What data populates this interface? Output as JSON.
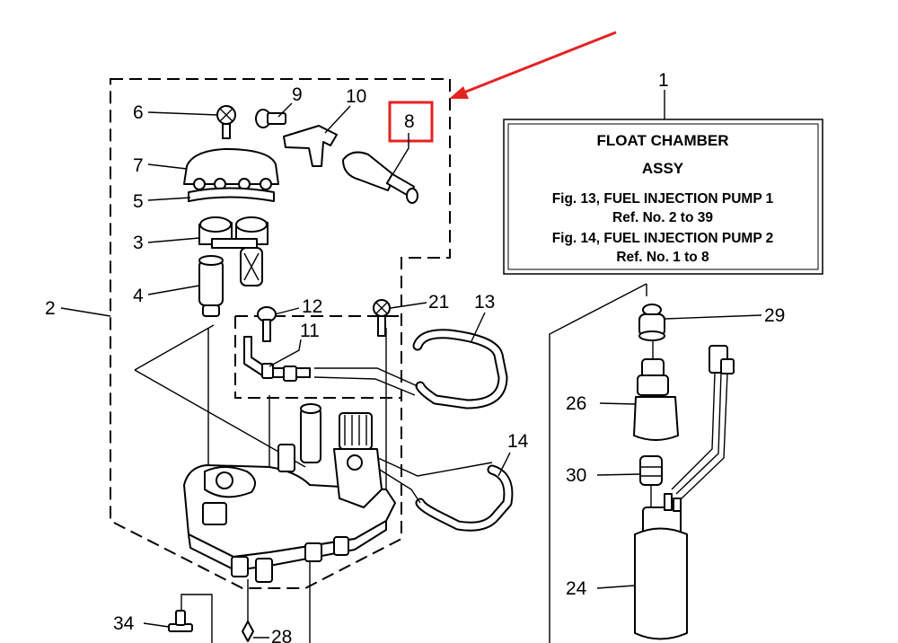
{
  "info_box": {
    "lines": [
      "FLOAT CHAMBER",
      "ASSY",
      "Fig. 13, FUEL INJECTION PUMP 1",
      "Ref. No. 2 to 39",
      "Fig. 14, FUEL INJECTION PUMP 2",
      "Ref. No. 1 to 8"
    ]
  },
  "callouts": {
    "c1": "1",
    "c2": "2",
    "c3": "3",
    "c4": "4",
    "c5": "5",
    "c6": "6",
    "c7": "7",
    "c8": "8",
    "c9": "9",
    "c10": "10",
    "c11": "11",
    "c12": "12",
    "c13": "13",
    "c14": "14",
    "c21": "21",
    "c24": "24",
    "c26": "26",
    "c28": "28",
    "c29": "29",
    "c30": "30",
    "c34": "34"
  },
  "colors": {
    "highlight": "#e52222",
    "line": "#000000"
  }
}
